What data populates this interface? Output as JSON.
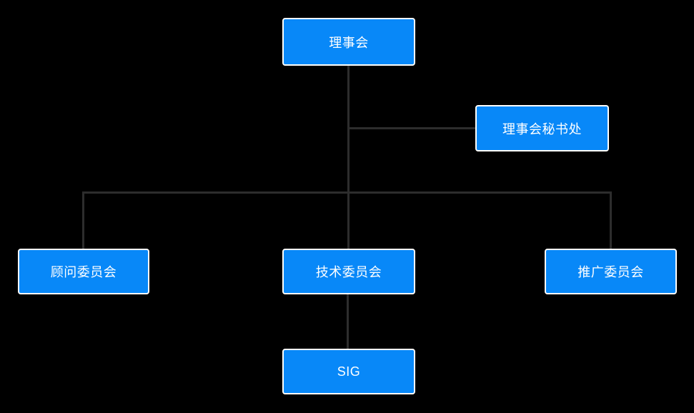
{
  "diagram": {
    "type": "org-chart",
    "background": "black",
    "nodes": {
      "board": {
        "label": "理事会"
      },
      "secretariat": {
        "label": "理事会秘书处"
      },
      "advisory": {
        "label": "顾问委员会"
      },
      "technical": {
        "label": "技术委员会"
      },
      "promotion": {
        "label": "推广委员会"
      },
      "sig": {
        "label": "SIG"
      }
    },
    "edges": [
      {
        "from": "理事会",
        "to": "理事会秘书处"
      },
      {
        "from": "理事会",
        "to": "顾问委员会"
      },
      {
        "from": "理事会",
        "to": "技术委员会"
      },
      {
        "from": "理事会",
        "to": "推广委员会"
      },
      {
        "from": "技术委员会",
        "to": "SIG"
      }
    ],
    "colors": {
      "background": "#000000",
      "node_fill": "#0888F8",
      "node_border": "#FFFFFF",
      "node_text": "#FFFFFF",
      "connector": "#2D2D2D"
    }
  }
}
